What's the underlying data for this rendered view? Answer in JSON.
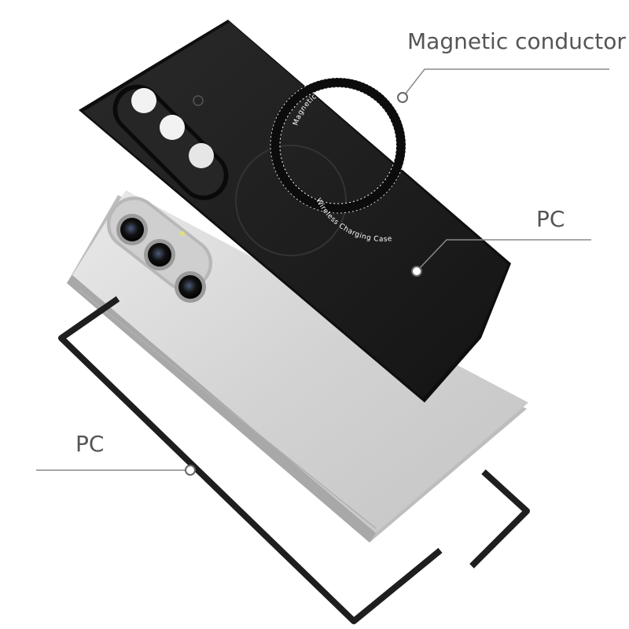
{
  "callouts": {
    "magnetic_conductor": "Magnetic conductor",
    "pc_back_shell": "PC",
    "pc_frame": "PC"
  },
  "ring_text": {
    "top": "Magnetic",
    "bottom": "Wireless Charging Case"
  },
  "colors": {
    "case_black": "#1a1a1a",
    "phone_silver": "#d6d6d6",
    "frame_black": "#2a2a2a",
    "callout_line": "#888888",
    "callout_text": "#555555"
  }
}
